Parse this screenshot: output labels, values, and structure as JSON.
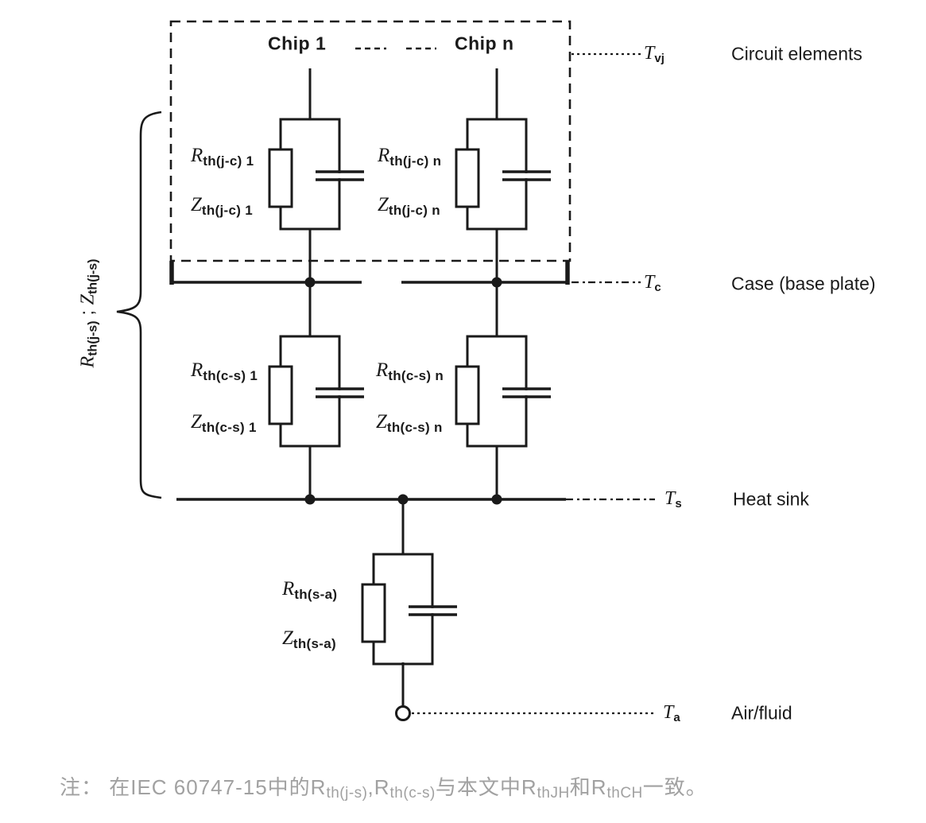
{
  "diagram": {
    "chips": {
      "chip1": "Chip 1",
      "chipn": "Chip n"
    },
    "temps": {
      "tvj": {
        "sym": "T",
        "sub": "vj"
      },
      "tc": {
        "sym": "T",
        "sub": "c"
      },
      "ts": {
        "sym": "T",
        "sub": "s"
      },
      "ta": {
        "sym": "T",
        "sub": "a"
      }
    },
    "levels": {
      "circuit_elements": "Circuit elements",
      "case": "Case (base plate)",
      "heat_sink": "Heat sink",
      "air_fluid": "Air/fluid"
    },
    "rc_labels": {
      "jc1": {
        "r_sym": "R",
        "z_sym": "Z",
        "sub": "th(j-c) 1"
      },
      "jcn": {
        "r_sym": "R",
        "z_sym": "Z",
        "sub": "th(j-c) n"
      },
      "cs1": {
        "r_sym": "R",
        "z_sym": "Z",
        "sub": "th(c-s) 1"
      },
      "csn": {
        "r_sym": "R",
        "z_sym": "Z",
        "sub": "th(c-s) n"
      },
      "sa": {
        "r_sym": "R",
        "z_sym": "Z",
        "sub": "th(s-a)"
      }
    },
    "brace": {
      "r_sym": "R",
      "r_sub": "th(j-s)",
      "sep": " ; ",
      "z_sym": "Z",
      "z_sub": "th(j-s)"
    }
  },
  "note": {
    "s1": "注： 在IEC 60747-15中的R",
    "sub1": "th(j-s)",
    "s2": ",R",
    "sub2": "th(c-s)",
    "s3": "与本文中R",
    "sub3": "thJH",
    "s4": "和R",
    "sub4": "thCH",
    "s5": "一致。"
  },
  "colors": {
    "ink": "#1a1a1a",
    "note_gray": "#a1a1a1"
  }
}
